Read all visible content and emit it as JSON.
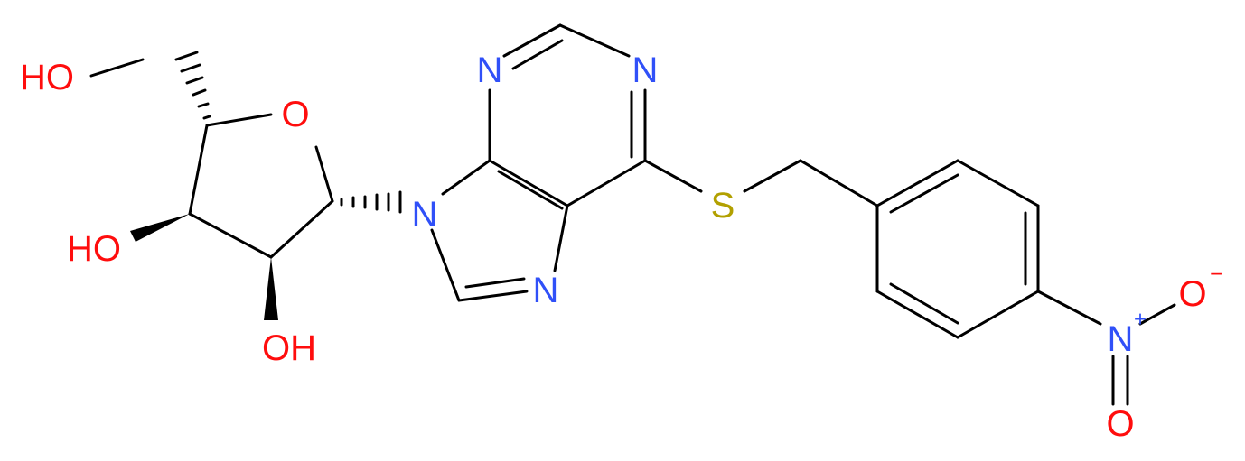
{
  "colors": {
    "oxygen": "#ff0d0d",
    "nitrogen": "#3050f8",
    "sulfur": "#b2a000",
    "bond": "#000000"
  },
  "atoms": {
    "ho_top": "HO",
    "ring_o": "O",
    "ho_left": "HO",
    "oh_bottom": "OH",
    "n9": "N",
    "n3": "N",
    "n1": "N",
    "n7": "N",
    "sulfur": "S",
    "nitro_n": "N",
    "nitro_o_right": "O",
    "nitro_o_bottom": "O"
  },
  "charges": {
    "nitro_n": "+",
    "nitro_o_right": "−"
  }
}
